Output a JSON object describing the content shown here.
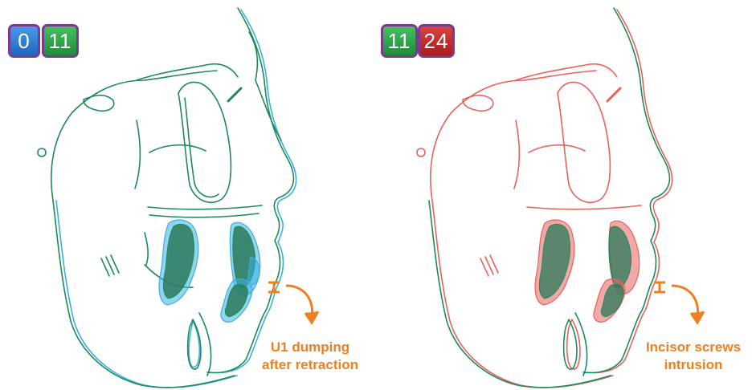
{
  "left_panel": {
    "badges": [
      {
        "text": "0",
        "color": "#2f7ed8"
      },
      {
        "text": "11",
        "color": "#2ea64a"
      }
    ],
    "caption_line1": "U1 dumping",
    "caption_line2": "after retraction",
    "overlay_color": "#3ab0e0"
  },
  "right_panel": {
    "badges": [
      {
        "text": "11",
        "color": "#2ea64a"
      },
      {
        "text": "24",
        "color": "#c0282b"
      }
    ],
    "caption_line1": "Incisor screws",
    "caption_line2": "intrusion",
    "overlay_color": "#e8625c"
  },
  "colors": {
    "base_tracing": "#1d8a5a",
    "annotation": "#f07f1f",
    "badge_border": "#7b3a8e"
  }
}
